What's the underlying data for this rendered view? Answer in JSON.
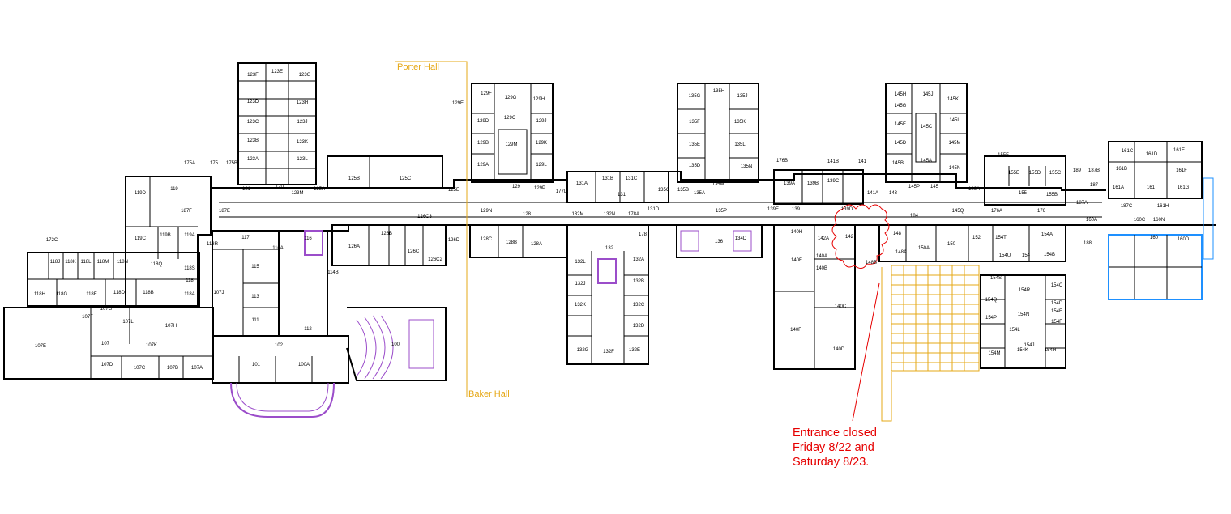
{
  "labels": {
    "porter": "Porter Hall",
    "baker": "Baker Hall"
  },
  "notice": {
    "line1": "Entrance closed",
    "line2": "Friday 8/22 and",
    "line3": "Saturday 8/23."
  },
  "colors": {
    "walls": "#000000",
    "boundary": "#e6a817",
    "closure": "#e60000",
    "stairs": "#9b4dca",
    "accent_blue": "#1e90ff"
  },
  "rooms": [
    {
      "id": "123F"
    },
    {
      "id": "123E"
    },
    {
      "id": "123G"
    },
    {
      "id": "123D"
    },
    {
      "id": "123H"
    },
    {
      "id": "123C"
    },
    {
      "id": "123J"
    },
    {
      "id": "123B"
    },
    {
      "id": "123K"
    },
    {
      "id": "123A"
    },
    {
      "id": "123L"
    },
    {
      "id": "175A"
    },
    {
      "id": "175"
    },
    {
      "id": "175B"
    },
    {
      "id": "121"
    },
    {
      "id": "120"
    },
    {
      "id": "123M"
    },
    {
      "id": "125A"
    },
    {
      "id": "125B"
    },
    {
      "id": "125C"
    },
    {
      "id": "119D"
    },
    {
      "id": "119"
    },
    {
      "id": "187F"
    },
    {
      "id": "187E"
    },
    {
      "id": "117"
    },
    {
      "id": "172C"
    },
    {
      "id": "119C"
    },
    {
      "id": "119B"
    },
    {
      "id": "119A"
    },
    {
      "id": "118R"
    },
    {
      "id": "116A"
    },
    {
      "id": "118J"
    },
    {
      "id": "118K"
    },
    {
      "id": "118L"
    },
    {
      "id": "118M"
    },
    {
      "id": "118N"
    },
    {
      "id": "118Q"
    },
    {
      "id": "118S"
    },
    {
      "id": "118"
    },
    {
      "id": "118H"
    },
    {
      "id": "118G"
    },
    {
      "id": "118E"
    },
    {
      "id": "118D"
    },
    {
      "id": "118B"
    },
    {
      "id": "118A"
    },
    {
      "id": "115"
    },
    {
      "id": "113"
    },
    {
      "id": "111"
    },
    {
      "id": "107J"
    },
    {
      "id": "107G"
    },
    {
      "id": "107F"
    },
    {
      "id": "107L"
    },
    {
      "id": "107H"
    },
    {
      "id": "107E"
    },
    {
      "id": "107"
    },
    {
      "id": "107K"
    },
    {
      "id": "107D"
    },
    {
      "id": "107C"
    },
    {
      "id": "107B"
    },
    {
      "id": "107A"
    },
    {
      "id": "102"
    },
    {
      "id": "101"
    },
    {
      "id": "100A"
    },
    {
      "id": "100"
    },
    {
      "id": "114B"
    },
    {
      "id": "116"
    },
    {
      "id": "112"
    },
    {
      "id": "126A"
    },
    {
      "id": "126B"
    },
    {
      "id": "126D"
    },
    {
      "id": "126C"
    },
    {
      "id": "126C2"
    },
    {
      "id": "126C3"
    },
    {
      "id": "128C"
    },
    {
      "id": "128B"
    },
    {
      "id": "128"
    },
    {
      "id": "128A"
    },
    {
      "id": "125E"
    },
    {
      "id": "129E"
    },
    {
      "id": "129F"
    },
    {
      "id": "129G"
    },
    {
      "id": "129H"
    },
    {
      "id": "129C"
    },
    {
      "id": "129D"
    },
    {
      "id": "129J"
    },
    {
      "id": "129B"
    },
    {
      "id": "129M"
    },
    {
      "id": "129K"
    },
    {
      "id": "129A"
    },
    {
      "id": "129L"
    },
    {
      "id": "129"
    },
    {
      "id": "129N"
    },
    {
      "id": "129P"
    },
    {
      "id": "177D"
    },
    {
      "id": "131A"
    },
    {
      "id": "131B"
    },
    {
      "id": "131C"
    },
    {
      "id": "131"
    },
    {
      "id": "131D"
    },
    {
      "id": "132M"
    },
    {
      "id": "132N"
    },
    {
      "id": "132"
    },
    {
      "id": "178A"
    },
    {
      "id": "178"
    },
    {
      "id": "132A"
    },
    {
      "id": "132L"
    },
    {
      "id": "132B"
    },
    {
      "id": "132J"
    },
    {
      "id": "132C"
    },
    {
      "id": "132K"
    },
    {
      "id": "132D"
    },
    {
      "id": "132G"
    },
    {
      "id": "132F"
    },
    {
      "id": "132E"
    },
    {
      "id": "135G"
    },
    {
      "id": "135H"
    },
    {
      "id": "135J"
    },
    {
      "id": "135F"
    },
    {
      "id": "135K"
    },
    {
      "id": "135E"
    },
    {
      "id": "135L"
    },
    {
      "id": "135D"
    },
    {
      "id": "135N"
    },
    {
      "id": "135C"
    },
    {
      "id": "135B"
    },
    {
      "id": "135A"
    },
    {
      "id": "135M"
    },
    {
      "id": "135P"
    },
    {
      "id": "136"
    },
    {
      "id": "134D"
    },
    {
      "id": "176B"
    },
    {
      "id": "139A"
    },
    {
      "id": "139B"
    },
    {
      "id": "139C"
    },
    {
      "id": "141B"
    },
    {
      "id": "141"
    },
    {
      "id": "141A"
    },
    {
      "id": "143"
    },
    {
      "id": "139E"
    },
    {
      "id": "139"
    },
    {
      "id": "139D"
    },
    {
      "id": "140H"
    },
    {
      "id": "142A"
    },
    {
      "id": "142"
    },
    {
      "id": "140E"
    },
    {
      "id": "140A"
    },
    {
      "id": "140B"
    },
    {
      "id": "140C"
    },
    {
      "id": "140F"
    },
    {
      "id": "140D"
    },
    {
      "id": "148B"
    },
    {
      "id": "145H"
    },
    {
      "id": "145J"
    },
    {
      "id": "145K"
    },
    {
      "id": "145G"
    },
    {
      "id": "145L"
    },
    {
      "id": "145C"
    },
    {
      "id": "145D"
    },
    {
      "id": "145M"
    },
    {
      "id": "145E"
    },
    {
      "id": "145B"
    },
    {
      "id": "145A"
    },
    {
      "id": "145N"
    },
    {
      "id": "145P"
    },
    {
      "id": "145"
    },
    {
      "id": "145Q"
    },
    {
      "id": "186A"
    },
    {
      "id": "155F"
    },
    {
      "id": "155E"
    },
    {
      "id": "155D"
    },
    {
      "id": "155C"
    },
    {
      "id": "155B"
    },
    {
      "id": "155"
    },
    {
      "id": "176A"
    },
    {
      "id": "176"
    },
    {
      "id": "148"
    },
    {
      "id": "184"
    },
    {
      "id": "150A"
    },
    {
      "id": "150"
    },
    {
      "id": "152"
    },
    {
      "id": "154T"
    },
    {
      "id": "154A"
    },
    {
      "id": "154U"
    },
    {
      "id": "154"
    },
    {
      "id": "154B"
    },
    {
      "id": "148A"
    },
    {
      "id": "154S"
    },
    {
      "id": "154R"
    },
    {
      "id": "154C"
    },
    {
      "id": "154Q"
    },
    {
      "id": "154D"
    },
    {
      "id": "154P"
    },
    {
      "id": "154N"
    },
    {
      "id": "154E"
    },
    {
      "id": "154F"
    },
    {
      "id": "154L"
    },
    {
      "id": "154J"
    },
    {
      "id": "154M"
    },
    {
      "id": "154K"
    },
    {
      "id": "154H"
    },
    {
      "id": "189"
    },
    {
      "id": "187B"
    },
    {
      "id": "187"
    },
    {
      "id": "187A"
    },
    {
      "id": "161C"
    },
    {
      "id": "161D"
    },
    {
      "id": "161E"
    },
    {
      "id": "161B"
    },
    {
      "id": "161F"
    },
    {
      "id": "161A"
    },
    {
      "id": "161"
    },
    {
      "id": "161G"
    },
    {
      "id": "161H"
    },
    {
      "id": "187C"
    },
    {
      "id": "160A"
    },
    {
      "id": "160C"
    },
    {
      "id": "160N"
    },
    {
      "id": "160D"
    },
    {
      "id": "188"
    },
    {
      "id": "160"
    }
  ]
}
